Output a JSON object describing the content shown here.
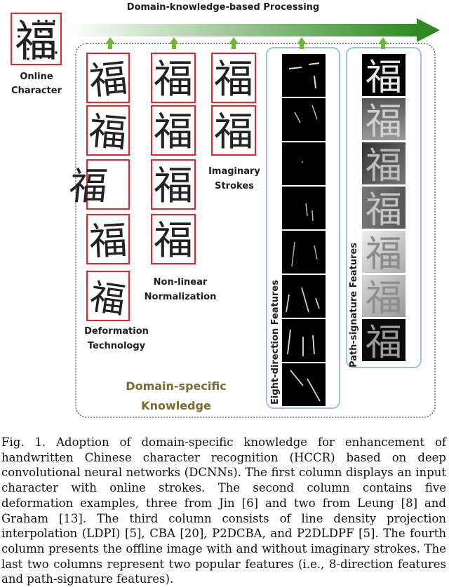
{
  "figure": {
    "header": "Domain-knowledge-based Processing",
    "character": "福",
    "online_label": [
      "Online",
      "Character"
    ],
    "deformation_label": [
      "Deformation",
      "Technology"
    ],
    "nonlinear_label": [
      "Non-linear",
      "Normalization"
    ],
    "imaginary_label": [
      "Imaginary",
      "Strokes"
    ],
    "eight_direction_label": "Eight-direction Features",
    "path_signature_label": "Path-signature Features",
    "domain_label": [
      "Domain-specific",
      "Knowledge"
    ],
    "colors": {
      "frame_red": "#e8242a",
      "arrow_green": "#6fb536",
      "panel_blue": "#9fc1e3",
      "domain_text": "#7a6b2e"
    }
  },
  "caption": "Fig. 1. Adoption of domain-specific knowledge for enhancement of handwritten Chinese character recognition (HCCR) based on deep convolutional neural networks (DCNNs). The first column displays an input character with online strokes. The second column contains five deformation examples, three from Jin [6] and two from Leung [8] and Graham [13]. The third column consists of line density projection interpolation (LDPI) [5], CBA [20], P2DCBA, and P2DLDPF [5]. The fourth column presents the offline image with and without imaginary strokes. The last two columns represent two popular features (i.e., 8-direction features and path-signature features)."
}
